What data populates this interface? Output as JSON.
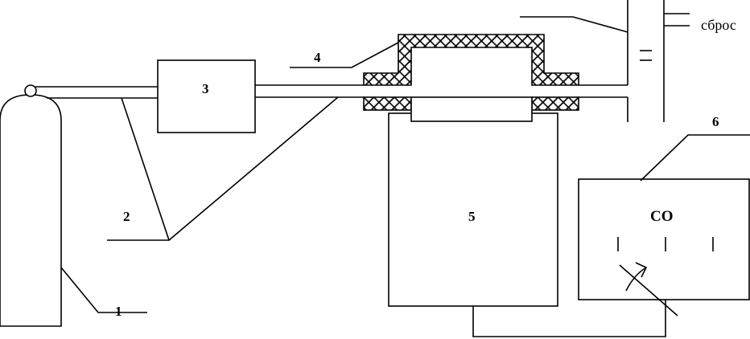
{
  "labels": {
    "cylinder": "1",
    "lines": "2",
    "unit_3": "3",
    "furnace_cover": "4",
    "furnace": "5",
    "analyzer": "6",
    "analyzer_text": "CO",
    "vent": "сброс"
  }
}
